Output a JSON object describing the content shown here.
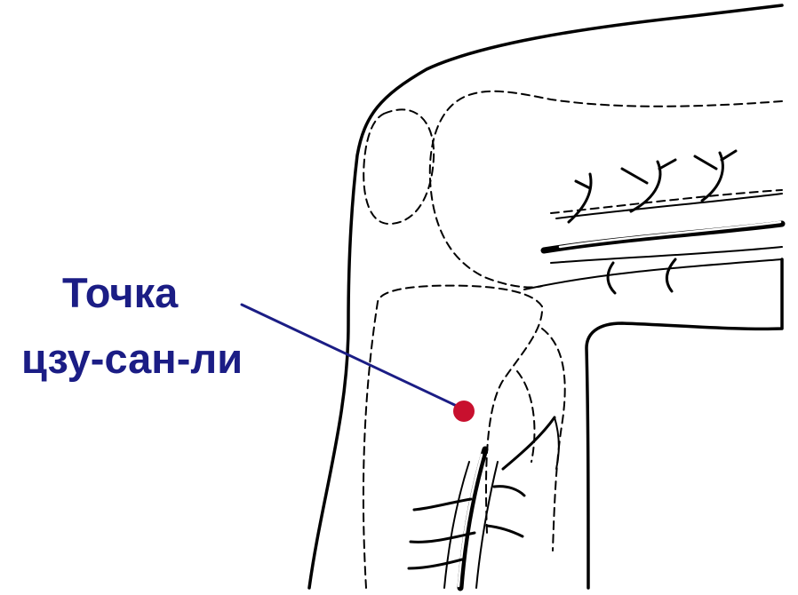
{
  "label": {
    "line1": "Точка",
    "line2": "цзу-сан-ли"
  },
  "colors": {
    "label_text": "#1b1d85",
    "pointer_line": "#1b1d85",
    "point_marker": "#c8102e",
    "outline": "#000000"
  },
  "icons": {
    "marker": "acupuncture-point-dot"
  }
}
